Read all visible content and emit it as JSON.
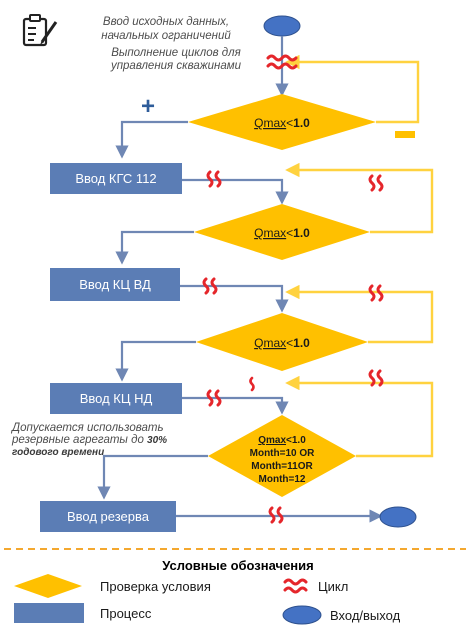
{
  "header": {
    "line1": "Ввод исходных данных,",
    "line2": "начальных ограничений",
    "line3": "Выполнение циклов для",
    "line4": "управления скважинами"
  },
  "decisions": {
    "d1": {
      "prefix": "Qmax",
      "op": "<",
      "value": "1.0"
    },
    "d2": {
      "prefix": "Qmax",
      "op": "<",
      "value": "1.0"
    },
    "d3": {
      "prefix": "Qmax",
      "op": "<",
      "value": "1.0"
    },
    "d4": {
      "line1_prefix": "Qmax",
      "line1_op": "<",
      "line1_value": "1.0",
      "line2": "Month=10  OR",
      "line3": "Month=11OR",
      "line4": "Month=12"
    }
  },
  "processes": {
    "p1": "Ввод КГС 112",
    "p2": "Ввод КЦ ВД",
    "p3": "Ввод КЦ НД",
    "p4": "Ввод резерва"
  },
  "branch_labels": {
    "plus": "+",
    "minus": "−"
  },
  "note": {
    "line1": "Допускается использовать",
    "line2": "резервные агрегаты до",
    "line2_bold": "30%",
    "line3": "годового времени"
  },
  "legend": {
    "title": "Условные обозначения",
    "decision": "Проверка условия",
    "cycle": "Цикл",
    "process": "Процесс",
    "terminal": "Вход/выход"
  },
  "colors": {
    "decision": "#FFC000",
    "process": "#5B7DB5",
    "terminal": "#4472C4",
    "arrow": "#6F87B4",
    "loop": "#FFD23F",
    "cycle": "#E5262B",
    "separator": "#F39C12"
  },
  "icons": {
    "header": "checklist-pencil-icon",
    "cycle": "wavy-cycle-icon"
  }
}
